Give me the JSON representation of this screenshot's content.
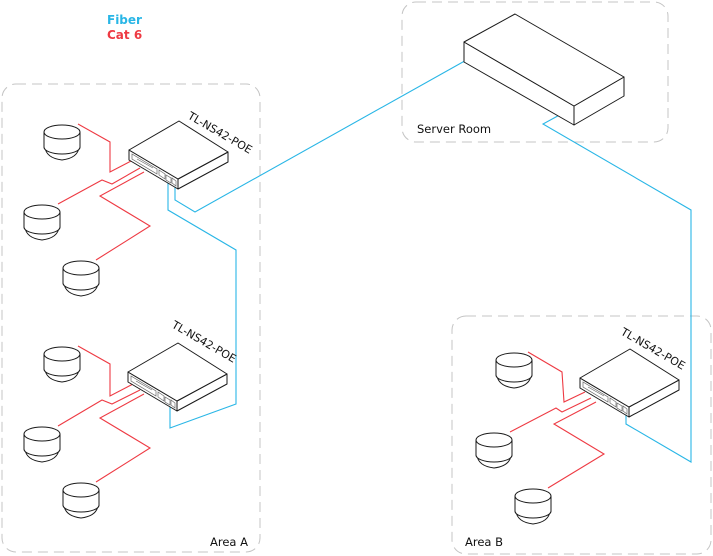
{
  "legend": {
    "items": [
      {
        "label": "Fiber",
        "color": "#29b6e6"
      },
      {
        "label": "Cat 6",
        "color": "#ee3a43"
      }
    ]
  },
  "colors": {
    "fiber": "#29b6e6",
    "cat6": "#ee3a43",
    "device_stroke": "#1a1a1a",
    "zone_stroke": "#c4c4c4"
  },
  "zones": [
    {
      "id": "server-room",
      "label": "Server Room"
    },
    {
      "id": "area-a",
      "label": "Area A"
    },
    {
      "id": "area-b",
      "label": "Area B"
    }
  ],
  "devices": {
    "core_switch": {
      "type": "server-switch",
      "zone": "server-room"
    },
    "switches": [
      {
        "id": "switch-a1",
        "label": "TL-NS42-POE",
        "zone": "area-a",
        "cameras": 3
      },
      {
        "id": "switch-a2",
        "label": "TL-NS42-POE",
        "zone": "area-a",
        "cameras": 3
      },
      {
        "id": "switch-b1",
        "label": "TL-NS42-POE",
        "zone": "area-b",
        "cameras": 3
      }
    ]
  },
  "links": [
    {
      "from": "core_switch",
      "to": "switch-a1",
      "medium": "Fiber"
    },
    {
      "from": "switch-a1",
      "to": "switch-a2",
      "medium": "Fiber"
    },
    {
      "from": "core_switch",
      "to": "switch-b1",
      "medium": "Fiber"
    },
    {
      "from": "switch-a1",
      "to": "cameras x3",
      "medium": "Cat 6"
    },
    {
      "from": "switch-a2",
      "to": "cameras x3",
      "medium": "Cat 6"
    },
    {
      "from": "switch-b1",
      "to": "cameras x3",
      "medium": "Cat 6"
    }
  ]
}
